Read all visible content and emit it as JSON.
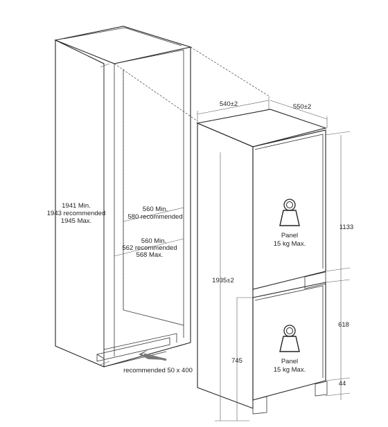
{
  "cabinet": {
    "height_label_1": "1941 Min.",
    "height_label_2": "1943 recommended",
    "height_label_3": "1945 Max.",
    "width_label_1": "560 Min.",
    "width_label_2": "580 recommended",
    "depth_label_1": "560 Min.",
    "depth_label_2": "562 recommended",
    "depth_label_3": "568 Max.",
    "vent_label": "recommended 50 x 400"
  },
  "appliance": {
    "width_label": "540±2",
    "depth_label": "550±2",
    "height_label": "1935±2",
    "upper_door_label": "1133",
    "lower_door_label": "618",
    "plinth_label": "44",
    "lower_height_label": "745",
    "upper_panel_title": "Panel",
    "upper_panel_weight": "15 kg Max.",
    "lower_panel_title": "Panel",
    "lower_panel_weight": "15 kg Max."
  },
  "icons": [
    "weight-icon",
    "weight-icon"
  ]
}
